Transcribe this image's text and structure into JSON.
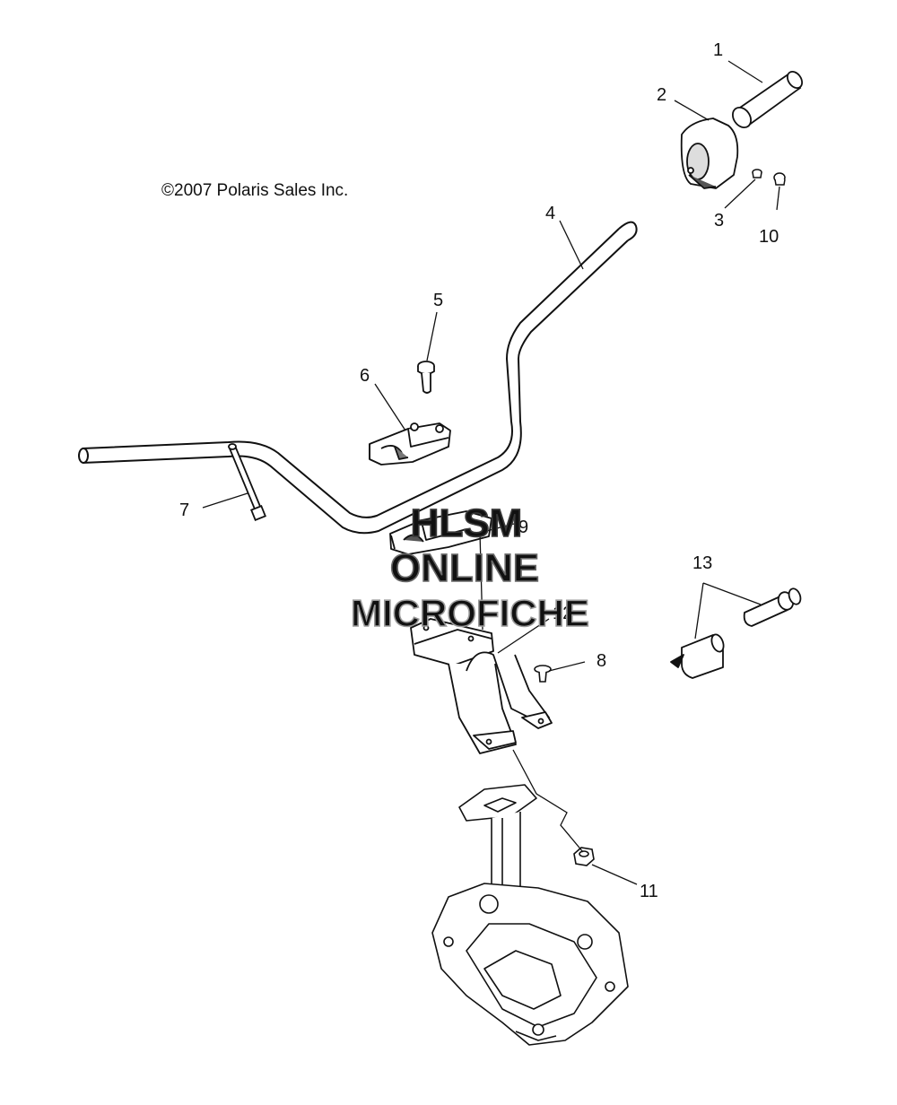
{
  "copyright": "©2007 Polaris Sales Inc.",
  "watermark": {
    "line1": "HLSM",
    "line2": "ONLINE",
    "line3": "MICROFICHE"
  },
  "callouts": {
    "c1": "1",
    "c2": "2",
    "c3": "3",
    "c4": "4",
    "c5": "5",
    "c6": "6",
    "c7": "7",
    "c8": "8",
    "c9": "9",
    "c10": "10",
    "c11": "11",
    "c12": "12",
    "c13": "13"
  },
  "colors": {
    "line": "#111111",
    "part_fill": "#ffffff",
    "shade": "#555555",
    "watermark_dark": "#3a3a3a",
    "watermark_light": "#9a9a9a"
  }
}
